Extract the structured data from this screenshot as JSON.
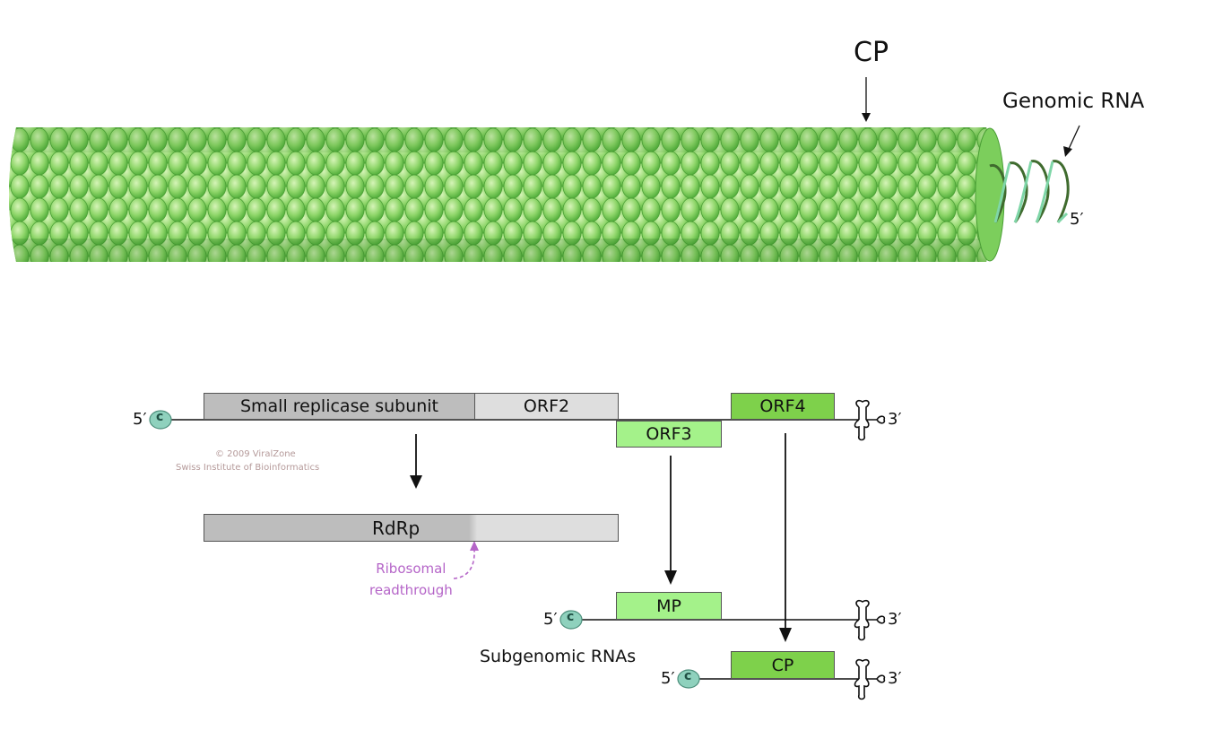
{
  "virion": {
    "cp_label": "CP",
    "genomic_rna_label": "Genomic RNA",
    "rna_end_label": "5′"
  },
  "genome": {
    "five_prime": "5′",
    "three_prime": "3′",
    "cap": "c",
    "orf1": "Small replicase subunit",
    "orf2": "ORF2",
    "orf3": "ORF3",
    "orf4": "ORF4"
  },
  "copyright": {
    "line1": "© 2009 ViralZone",
    "line2": "Swiss Institute of Bioinformatics"
  },
  "translation": {
    "rdrp": "RdRp",
    "ribosomal_readthrough_line1": "Ribosomal",
    "ribosomal_readthrough_line2": "readthrough"
  },
  "subgenomic": {
    "label": "Subgenomic RNAs",
    "mp": "MP",
    "cp": "CP",
    "five_prime": "5′",
    "three_prime": "3′",
    "cap": "c"
  },
  "colors": {
    "capsid_green": "#6fc64c",
    "orf_light_green": "#a4f28a",
    "orf_dark_green": "#7ed14b",
    "replicase_gray": "#bdbdbd",
    "readthrough_purple": "#b565c8",
    "cap_teal": "#8fd1bd"
  }
}
